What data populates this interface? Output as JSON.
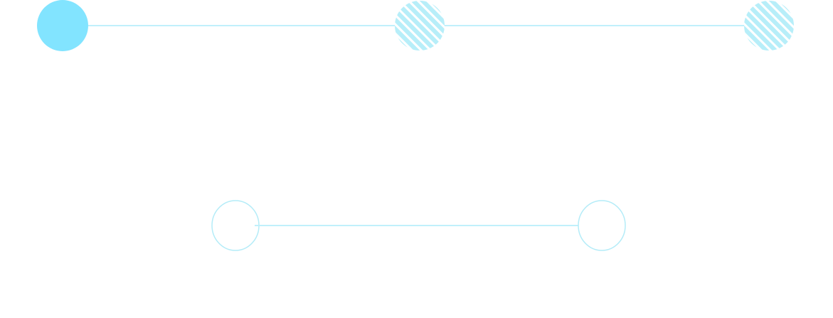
{
  "colors": {
    "accent": "#82e4ff",
    "line": "#c0f0fb",
    "stripe": "#b7eef9",
    "outline": "#b4ecf8"
  },
  "top_stepper": {
    "steps": [
      {
        "state": "filled"
      },
      {
        "state": "striped"
      },
      {
        "state": "striped"
      }
    ]
  },
  "bottom_stepper": {
    "steps": [
      {
        "state": "outline"
      },
      {
        "state": "outline"
      }
    ]
  }
}
